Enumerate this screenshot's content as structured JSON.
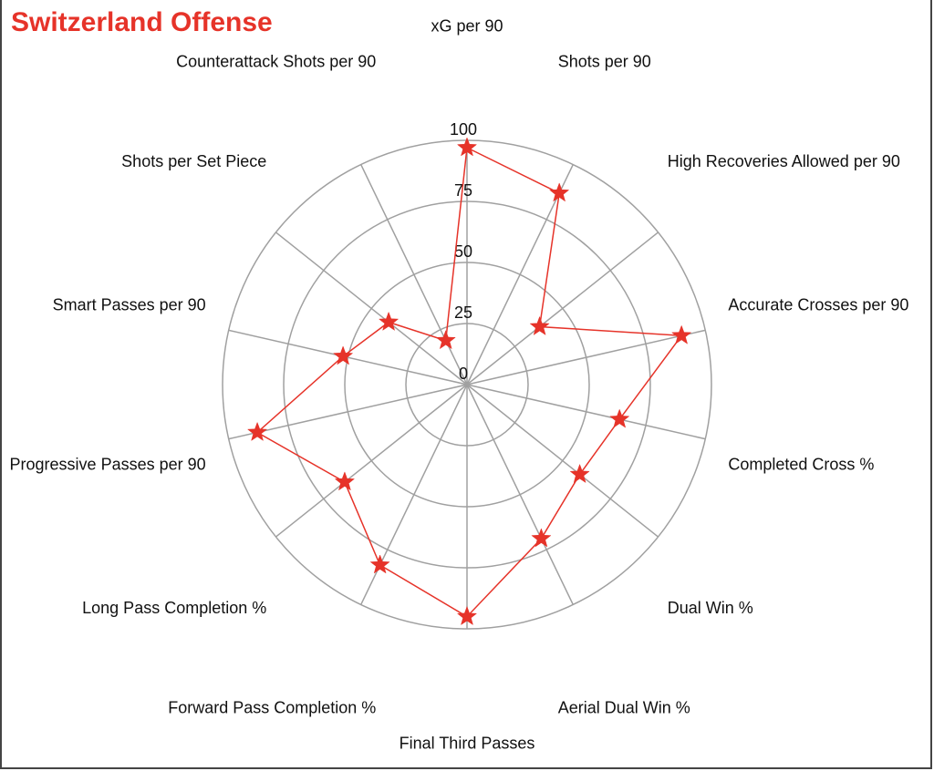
{
  "chart_data": {
    "type": "radar",
    "title": "Switzerland Offense",
    "title_color": "#e63329",
    "series_color": "#e63329",
    "grid_color": "#a0a0a0",
    "rlim": [
      0,
      100
    ],
    "ticks": [
      "0",
      "25",
      "50",
      "75",
      "100"
    ],
    "tick_values": [
      0,
      25,
      50,
      75,
      100
    ],
    "categories": [
      "xG per 90",
      "Shots per 90",
      "High Recoveries Allowed per 90",
      "Accurate Crosses per 90",
      "Completed Cross %",
      "Dual Win %",
      "Aerial Dual Win %",
      "Final Third Passes",
      "Forward Pass Completion %",
      "Long Pass Completion %",
      "Progressive Passes per 90",
      "Smart Passes per 90",
      "Shots per Set Piece",
      "Counterattack Shots per 90"
    ],
    "series": [
      {
        "values": [
          97,
          87,
          38,
          90,
          64,
          59,
          70,
          95,
          82,
          64,
          88,
          52,
          41,
          20
        ]
      }
    ],
    "marker": "star"
  }
}
